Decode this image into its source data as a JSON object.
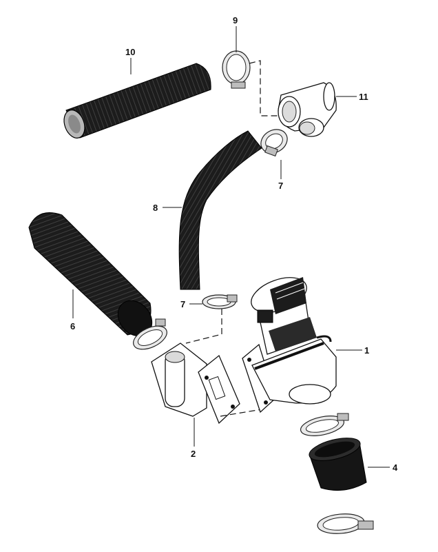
{
  "callouts": {
    "c1": "1",
    "c2": "2",
    "c4": "4",
    "c6": "6",
    "c7a": "7",
    "c7b": "7",
    "c8": "8",
    "c9": "9",
    "c10": "10",
    "c11": "11"
  },
  "colors": {
    "hose": "#1c1c1c",
    "metal": "#e9e9e9",
    "line": "#111111"
  }
}
